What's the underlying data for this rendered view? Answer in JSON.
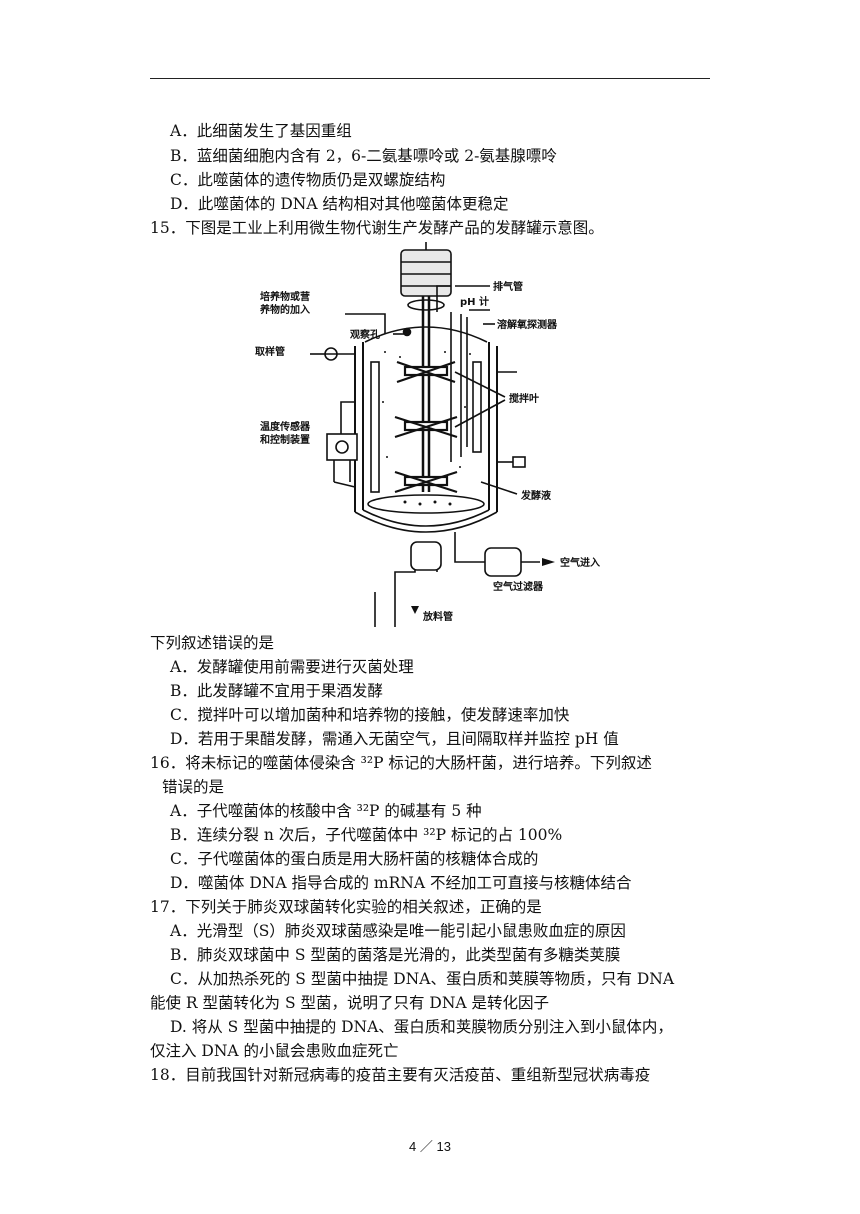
{
  "q14": {
    "opt_a": "A．此细菌发生了基因重组",
    "opt_b": "B．蓝细菌细胞内含有 2，6-二氨基嘌呤或 2-氨基腺嘌呤",
    "opt_c": "C．此噬菌体的遗传物质仍是双螺旋结构",
    "opt_d": "D．此噬菌体的 DNA 结构相对其他噬菌体更稳定"
  },
  "q15": {
    "stem": "15．下图是工业上利用微生物代谢生产发酵产品的发酵罐示意图。",
    "figure": {
      "exhaust": "排气管",
      "ph_meter": "pH 计",
      "feed_1": "培养物或营",
      "feed_2": "养物的加入",
      "window": "观察孔",
      "do_probe": "溶解氧探测器",
      "sampling": "取样管",
      "impeller": "搅拌叶",
      "temp_1": "温度传感器",
      "temp_2": "和控制装置",
      "broth": "发酵液",
      "air_in": "空气进入",
      "air_filter": "空气过滤器",
      "discharge": "放料管"
    },
    "prompt": "下列叙述错误的是",
    "opt_a": "A．发酵罐使用前需要进行灭菌处理",
    "opt_b": "B．此发酵罐不宜用于果酒发酵",
    "opt_c": "C．搅拌叶可以增加菌种和培养物的接触，使发酵速率加快",
    "opt_d": "D．若用于果醋发酵，需通入无菌空气，且间隔取样并监控 pH 值"
  },
  "q16": {
    "stem_1": "16．将未标记的噬菌体侵染含 ³²P 标记的大肠杆菌，进行培养。下列叙述",
    "stem_2": "错误的是",
    "opt_a": "A．子代噬菌体的核酸中含 ³²P 的碱基有 5 种",
    "opt_b": "B．连续分裂 n 次后，子代噬菌体中 ³²P 标记的占 100%",
    "opt_c": "C．子代噬菌体的蛋白质是用大肠杆菌的核糖体合成的",
    "opt_d": "D．噬菌体 DNA 指导合成的 mRNA 不经加工可直接与核糖体结合"
  },
  "q17": {
    "stem": "17．下列关于肺炎双球菌转化实验的相关叙述，正确的是",
    "opt_a": "A．光滑型（S）肺炎双球菌感染是唯一能引起小鼠患败血症的原因",
    "opt_b": "B．肺炎双球菌中 S 型菌的菌落是光滑的，此类型菌有多糖类荚膜",
    "opt_c_1": "C．从加热杀死的 S 型菌中抽提 DNA、蛋白质和荚膜等物质，只有 DNA",
    "opt_c_2": "能使 R 型菌转化为 S 型菌，说明了只有 DNA 是转化因子",
    "opt_d_1": "D. 将从 S 型菌中抽提的 DNA、蛋白质和荚膜物质分别注入到小鼠体内，",
    "opt_d_2": "仅注入 DNA 的小鼠会患败血症死亡"
  },
  "q18": {
    "stem": "18．目前我国针对新冠病毒的疫苗主要有灭活疫苗、重组新型冠状病毒疫"
  },
  "footer": {
    "page": "4 ／ 13"
  }
}
